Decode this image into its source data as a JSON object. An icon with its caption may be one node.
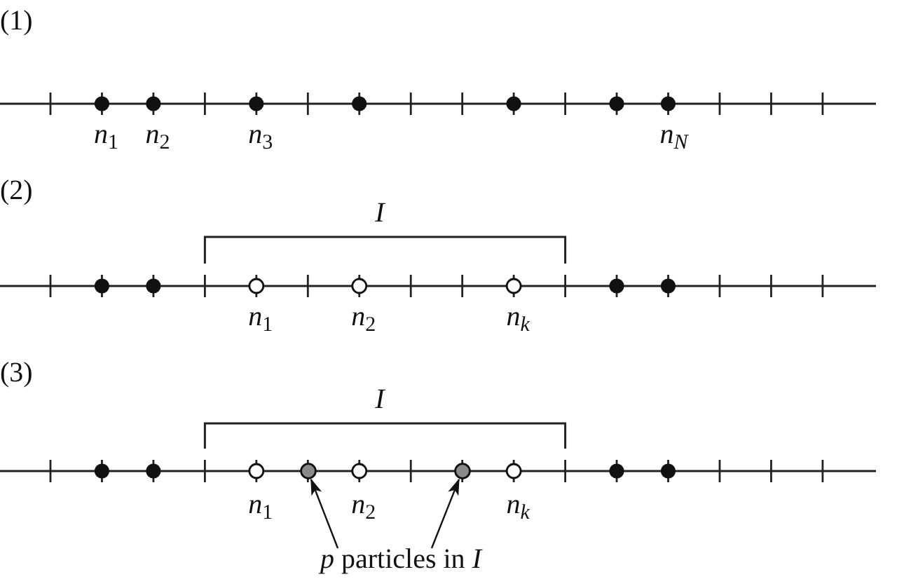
{
  "diagram": {
    "nodes": [
      {
        "text": [],
        "shape": "circle"
      },
      {
        "text": [],
        "shape": "circle"
      },
      {
        "text": [
          "*p* particles in *I*"
        ]
      }
    ],
    "edges": [
      {
        "from": 2,
        "to": 0,
        "arrow": "to"
      },
      {
        "from": 2,
        "to": 1,
        "arrow": "to"
      }
    ],
    "labels": [
      "(1)",
      "n$_{1}$",
      "n$_{2}$",
      "n$_{3}$",
      "n$_{N}$",
      "(2)",
      "I",
      "n$_{1}$",
      "n$_{2}$",
      "n$_{k}$",
      "(3)",
      "I",
      "n$_{1}$",
      "n$_{2}$",
      "n$_{k}$"
    ]
  }
}
